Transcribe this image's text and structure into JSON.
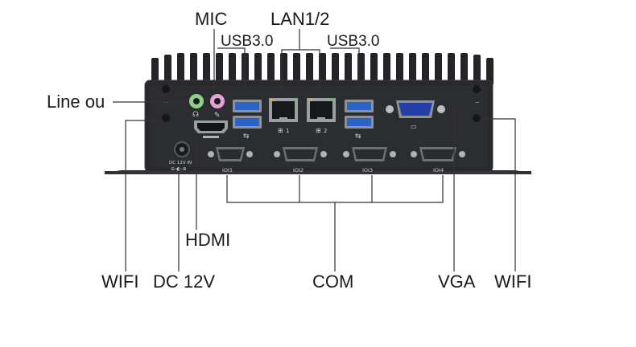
{
  "labels": {
    "mic": "MIC",
    "lan": "LAN1/2",
    "usb_left": "USB3.0",
    "usb_right": "USB3.0",
    "line_out": "Line ou",
    "hdmi": "HDMI",
    "wifi_left": "WIFI",
    "dc": "DC 12V",
    "com": "COM",
    "vga": "VGA",
    "wifi_right": "WIFI"
  },
  "panel": {
    "dc_in_text": "DC 12V IN",
    "com_port_labels": [
      "IOI1",
      "IOI2",
      "IOI3",
      "IOI4"
    ],
    "lan_port_labels": [
      "1",
      "2"
    ]
  },
  "colors": {
    "chassis": "#1f2125",
    "panel": "#2b2d31",
    "usb_blue": "#2a64c8",
    "vga_blue": "#2440a8",
    "audio_green": "#8fd18a",
    "audio_pink": "#e7a2d6",
    "connector_steel": "#6c7077"
  }
}
